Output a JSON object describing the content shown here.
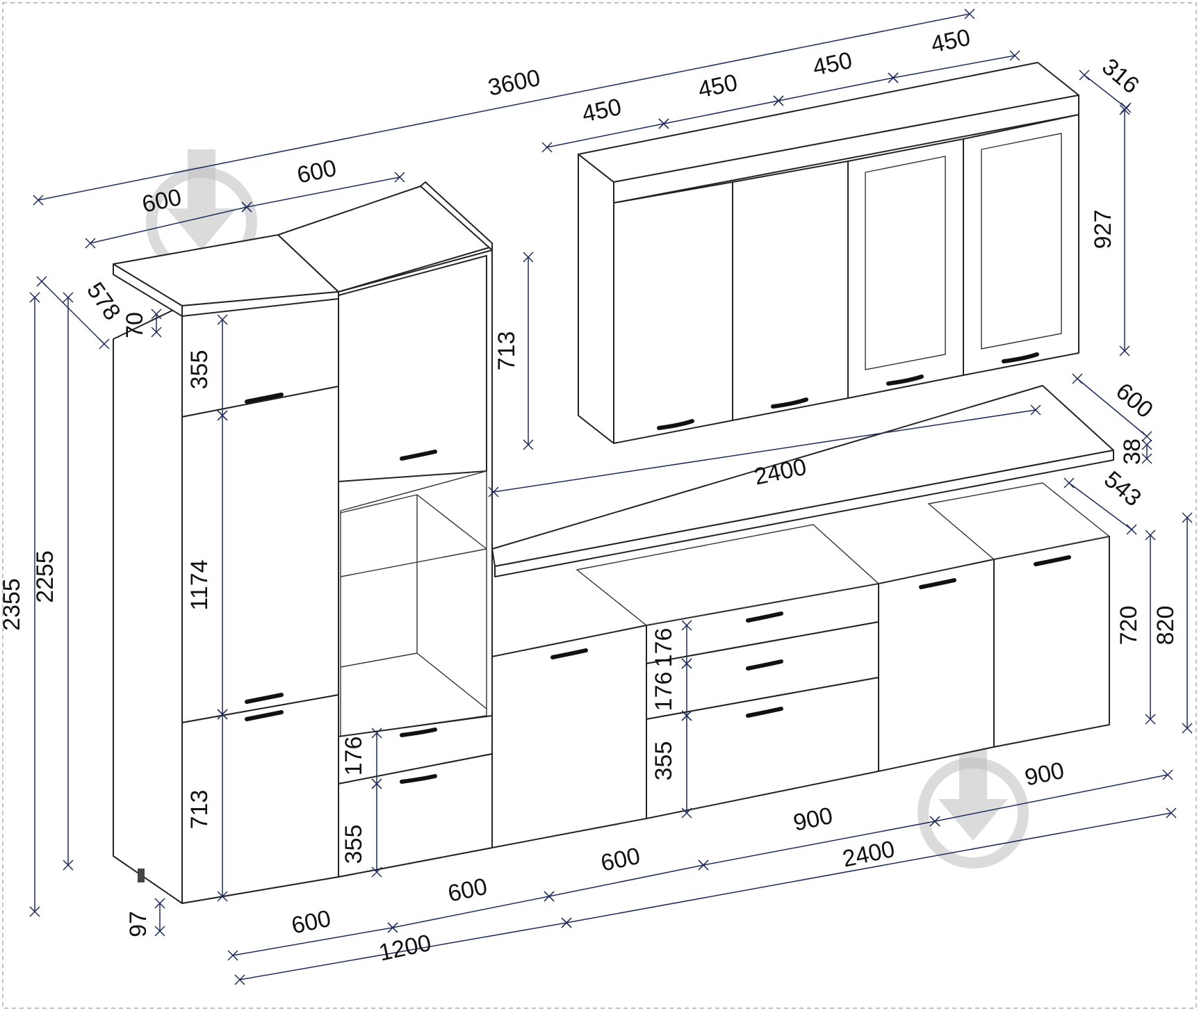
{
  "diagram": {
    "dimensions": [
      {
        "id": "overall-width",
        "text": "3600"
      },
      {
        "id": "tall-left-top-width",
        "text": "600"
      },
      {
        "id": "tall-right-top-width",
        "text": "600"
      },
      {
        "id": "wall-cab-1-width",
        "text": "450"
      },
      {
        "id": "wall-cab-2-width",
        "text": "450"
      },
      {
        "id": "wall-cab-3-width",
        "text": "450"
      },
      {
        "id": "wall-cab-4-width",
        "text": "450"
      },
      {
        "id": "wall-cab-depth",
        "text": "316"
      },
      {
        "id": "wall-cab-height",
        "text": "927"
      },
      {
        "id": "tall-depth",
        "text": "578"
      },
      {
        "id": "tall-top-panel",
        "text": "70"
      },
      {
        "id": "tall-top-door",
        "text": "355"
      },
      {
        "id": "tall-mid-door",
        "text": "1174"
      },
      {
        "id": "tall-low-door",
        "text": "713"
      },
      {
        "id": "oven-top-door",
        "text": "713"
      },
      {
        "id": "overall-height",
        "text": "2355"
      },
      {
        "id": "carcass-height",
        "text": "2255"
      },
      {
        "id": "leg-height",
        "text": "97"
      },
      {
        "id": "oven-drawer-1",
        "text": "176"
      },
      {
        "id": "oven-drawer-2",
        "text": "355"
      },
      {
        "id": "countertop-length",
        "text": "2400"
      },
      {
        "id": "countertop-depth",
        "text": "600"
      },
      {
        "id": "countertop-thickness",
        "text": "38"
      },
      {
        "id": "base-depth",
        "text": "543"
      },
      {
        "id": "base-carcass-height",
        "text": "720"
      },
      {
        "id": "base-total-height",
        "text": "820"
      },
      {
        "id": "drawer-1",
        "text": "176"
      },
      {
        "id": "drawer-2",
        "text": "176"
      },
      {
        "id": "drawer-3",
        "text": "355"
      },
      {
        "id": "tall-left-bottom-width",
        "text": "600"
      },
      {
        "id": "tall-right-bottom-width",
        "text": "600"
      },
      {
        "id": "tall-pair-width",
        "text": "1200"
      },
      {
        "id": "base-600-width",
        "text": "600"
      },
      {
        "id": "base-900-drawers-width",
        "text": "900"
      },
      {
        "id": "base-900-doors-width",
        "text": "900"
      },
      {
        "id": "base-run-width",
        "text": "2400"
      }
    ]
  }
}
